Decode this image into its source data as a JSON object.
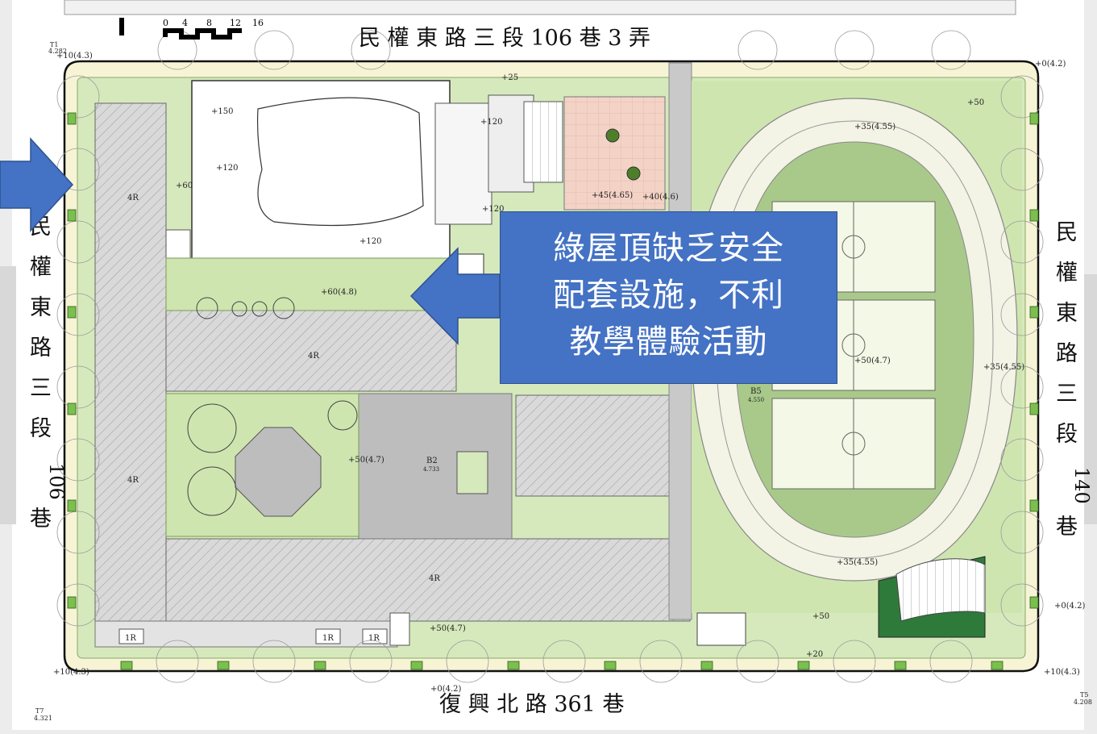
{
  "map": {
    "streets": {
      "top": "民 權 東 路 三 段 106 巷 3 弄",
      "bottom": "復 興 北 路 361 巷",
      "left": [
        "民",
        "權",
        "東",
        "路",
        "三",
        "段",
        "106",
        "巷"
      ],
      "right": [
        "民",
        "權",
        "東",
        "路",
        "三",
        "段",
        "140",
        "巷"
      ]
    },
    "scale_ticks": [
      "0",
      "4",
      "8",
      "12",
      "16"
    ],
    "building_labels": {
      "west_wing": "4R",
      "west_wing_lower": "4R",
      "center": "4R",
      "south": "4R",
      "small_1": "1R",
      "small_2": "1R",
      "small_3": "1R",
      "b2": "B2",
      "b2_val": "4.733",
      "b5": "B5",
      "b5_val": "4.550"
    },
    "elevations": {
      "e1": "+120",
      "e2": "+120",
      "e3": "+120",
      "e4": "+120",
      "e5": "+150",
      "e6": "+60",
      "e7": "+60(4.8)",
      "e8": "+50(4.7)",
      "e9": "+50(4.7)",
      "e10": "+50(4.7)",
      "e11": "+45(4.65)",
      "e12": "+40(4.6)",
      "e13": "+35(4.55)",
      "e14": "+35(4.55)",
      "e15": "+35(4.55)",
      "e16": "+25",
      "e17": "+50",
      "e18": "+20",
      "e19": "+50",
      "corner_tl": "+10(4.3)",
      "corner_tr": "+0(4.2)",
      "corner_bl": "+10(4.3)",
      "corner_br": "+10(4.3)",
      "right_mid": "+0(4.2)",
      "bottom_mid": "+0(4.2)"
    },
    "survey_points": {
      "t1": "T1",
      "t1_val": "4.282",
      "t7": "T7",
      "t7_val": "4.321",
      "t5": "T5",
      "t5_val": "4.208"
    }
  },
  "callout": {
    "lines": [
      "綠屋頂缺乏安全",
      "配套設施，不利",
      "教學體驗活動"
    ]
  },
  "colors": {
    "callout_fill": "#4472c4",
    "lawn": "#cfe5b0",
    "track": "#f3f3e6",
    "field": "#f4f8e6",
    "plaza": "#f4d3c7",
    "hatch": "#c9c9c9"
  }
}
